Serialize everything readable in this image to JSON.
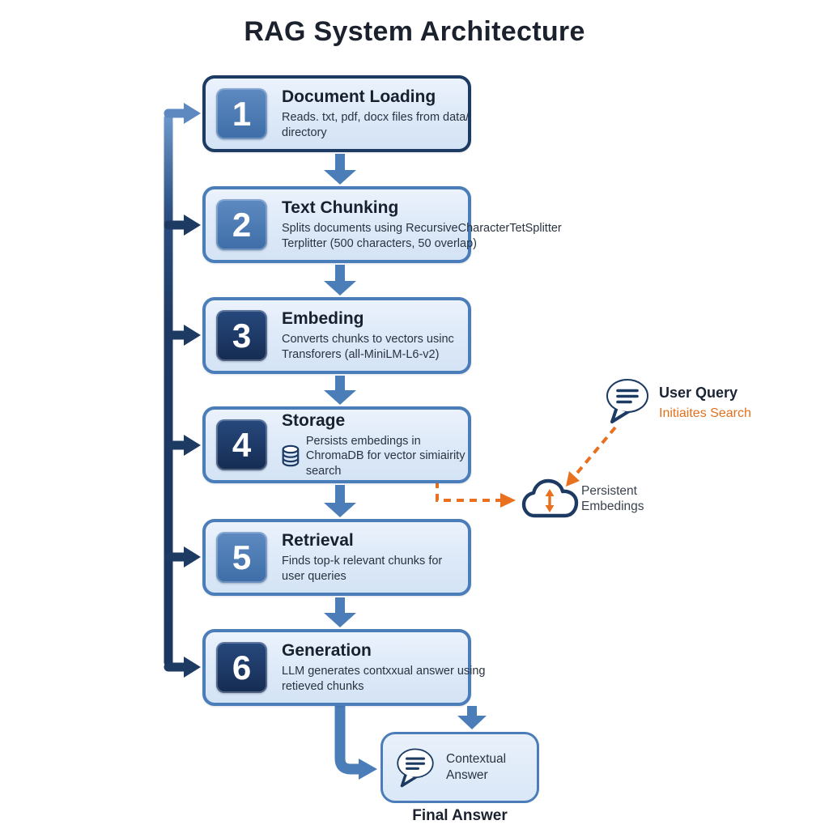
{
  "title": "RAG System Architecture",
  "steps": [
    {
      "number": "1",
      "title": "Document Loading",
      "description": "Reads. txt, pdf, docx files from data/ directory"
    },
    {
      "number": "2",
      "title": "Text Chunking",
      "description": "Splits documents using RecursiveCharacterTetSplitter Terplitter (500 characters, 50 overlap)"
    },
    {
      "number": "3",
      "title": "Embeding",
      "description": "Converts chunks to vectors usinc Transforers (all-MiniLM-L6-v2)"
    },
    {
      "number": "4",
      "title": "Storage",
      "description": "Persists embedings in ChromaDB for vector simiairity search"
    },
    {
      "number": "5",
      "title": "Retrieval",
      "description": "Finds top-k relevant chunks for user queries"
    },
    {
      "number": "6",
      "title": "Generation",
      "description": "LLM generates contxxual answer using retieved chunks"
    }
  ],
  "user_query": {
    "title": "User Query",
    "subtitle": "Initiaites Search"
  },
  "persistent_embeddings": {
    "label": "Persistent Embedings"
  },
  "final_answer": {
    "box_label": "Contextual Answer",
    "caption": "Final Answer"
  },
  "icons": {
    "user_query_icon": "speech-bubble",
    "answer_icon": "speech-bubble",
    "persistent_icon": "cloud",
    "sync_icon": "up-down-arrows",
    "storage_icon": "database-cylinder"
  },
  "colors": {
    "accent_blue": "#4b7db9",
    "badge_mid_blue": "#4a7cb8",
    "dark_navy": "#1d3a63",
    "box_fill": "#dce9f8",
    "orange": "#e8701e",
    "title_text": "#1b222e"
  }
}
